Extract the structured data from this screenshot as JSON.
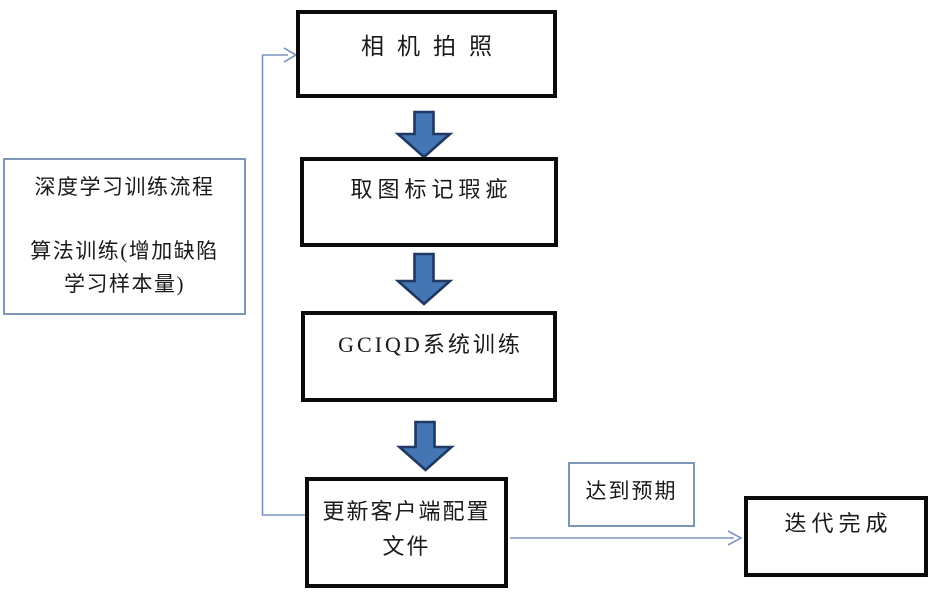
{
  "flowchart": {
    "nodes": {
      "camera": {
        "label": "相机拍照"
      },
      "mark_defects": {
        "label": "取图标记瑕疵"
      },
      "gciqd_training": {
        "label": "GCIQD系统训练"
      },
      "update_config": {
        "line1": "更新客户端配置",
        "line2": "文件"
      },
      "process_note": {
        "line1": "深度学习训练流程",
        "line2": "算法训练(增加缺陷",
        "line3": "学习样本量)"
      },
      "expectation": {
        "label": "达到预期"
      },
      "iteration_done": {
        "label": "迭代完成"
      }
    },
    "connectors": {
      "down_block_arrow_count": 3,
      "feedback_path": "更新客户端配置文件 → 相机拍照",
      "done_path": "更新客户端配置文件 → 迭代完成"
    },
    "colors": {
      "background": "#ffffff",
      "text": "#1a1a1a",
      "node_border": "#0b0b0b",
      "light_border": "#7e97b8",
      "connector": "#7d96c4",
      "block_arrow_fill": "#4576b4",
      "block_arrow_stroke": "#1f3864"
    }
  }
}
